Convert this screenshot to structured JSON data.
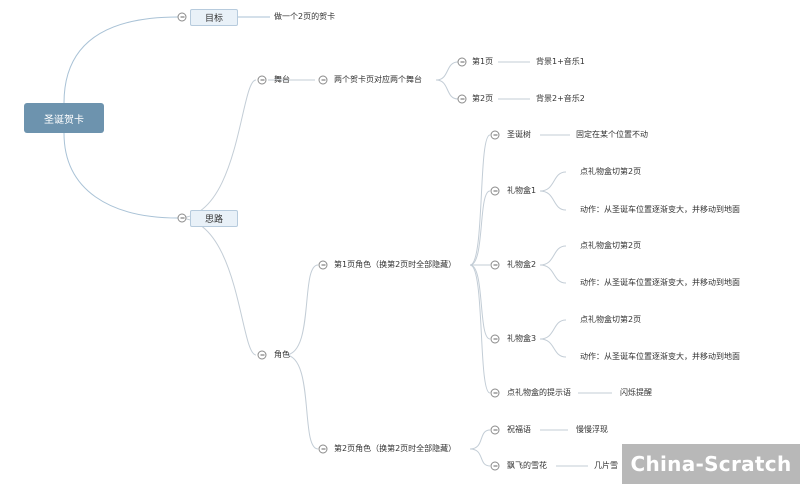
{
  "root": {
    "label": "圣诞贺卡"
  },
  "goal": {
    "label": "目标",
    "detail": "做一个2页的贺卡"
  },
  "idea": {
    "label": "思路"
  },
  "stage": {
    "label": "舞台",
    "child": "两个贺卡页对应两个舞台",
    "pages": [
      {
        "label": "第1页",
        "detail": "背景1+音乐1"
      },
      {
        "label": "第2页",
        "detail": "背景2+音乐2"
      }
    ]
  },
  "role": {
    "label": "角色",
    "page1": {
      "label": "第1页角色（换第2页时全部隐藏）",
      "tree": {
        "label": "圣诞树",
        "detail": "固定在某个位置不动"
      },
      "gifts": [
        {
          "label": "礼物盒1",
          "click": "点礼物盒切第2页",
          "action": "动作：从圣诞车位置逐渐变大，并移动到地面"
        },
        {
          "label": "礼物盒2",
          "click": "点礼物盒切第2页",
          "action": "动作：从圣诞车位置逐渐变大，并移动到地面"
        },
        {
          "label": "礼物盒3",
          "click": "点礼物盒切第2页",
          "action": "动作：从圣诞车位置逐渐变大，并移动到地面"
        }
      ],
      "hint": {
        "label": "点礼物盒的提示语",
        "detail": "闪烁提醒"
      }
    },
    "page2": {
      "label": "第2页角色（换第2页时全部隐藏）",
      "greeting": {
        "label": "祝福语",
        "detail": "慢慢浮现"
      },
      "snow": {
        "label": "飘飞的雪花",
        "detail": "几片雪"
      }
    }
  },
  "watermark": "China-Scratch"
}
